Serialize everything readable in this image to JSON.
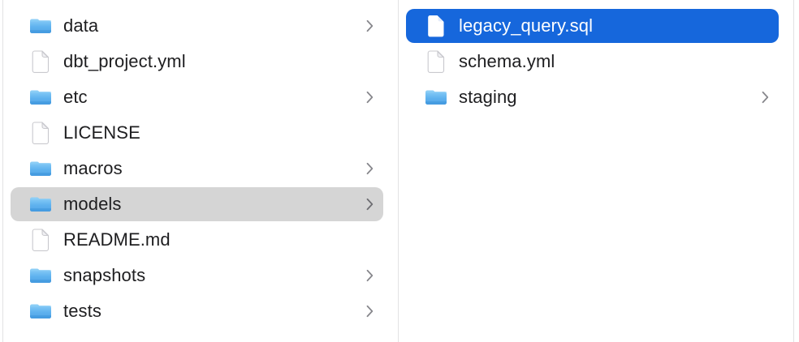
{
  "window": {
    "view": "finder-column-view"
  },
  "columns": [
    {
      "name": "left-column",
      "items": [
        {
          "label": "data",
          "type": "folder",
          "chevron": true,
          "selected": false
        },
        {
          "label": "dbt_project.yml",
          "type": "file",
          "chevron": false,
          "selected": false
        },
        {
          "label": "etc",
          "type": "folder",
          "chevron": true,
          "selected": false
        },
        {
          "label": "LICENSE",
          "type": "file",
          "chevron": false,
          "selected": false
        },
        {
          "label": "macros",
          "type": "folder",
          "chevron": true,
          "selected": false
        },
        {
          "label": "models",
          "type": "folder",
          "chevron": true,
          "selected": true,
          "selection_style": "inactive"
        },
        {
          "label": "README.md",
          "type": "file",
          "chevron": false,
          "selected": false
        },
        {
          "label": "snapshots",
          "type": "folder",
          "chevron": true,
          "selected": false
        },
        {
          "label": "tests",
          "type": "folder",
          "chevron": true,
          "selected": false
        }
      ]
    },
    {
      "name": "right-column",
      "items": [
        {
          "label": "legacy_query.sql",
          "type": "file",
          "chevron": false,
          "selected": true,
          "selection_style": "active"
        },
        {
          "label": "schema.yml",
          "type": "file",
          "chevron": false,
          "selected": false
        },
        {
          "label": "staging",
          "type": "folder",
          "chevron": true,
          "selected": false
        }
      ]
    }
  ],
  "icons": {
    "folder": "folder-icon",
    "file": "file-icon",
    "chevron": "chevron-right-icon"
  },
  "colors": {
    "selection_active": "#1667dc",
    "selection_inactive": "#d5d5d5",
    "divider": "#e2e2e4",
    "text": "#1e1e20",
    "text_selected": "#ffffff",
    "chevron": "#87878c",
    "chevron_on_inactive": "#6e6e73",
    "folder_top": "#8dcef7",
    "folder_mid": "#5fb2ef",
    "folder_bottom": "#51a4e6",
    "folder_base": "#459be0",
    "file_stroke": "#c9c9ce",
    "file_fold": "#f0f0f3",
    "file_fold_selected": "#e4ecfb"
  }
}
